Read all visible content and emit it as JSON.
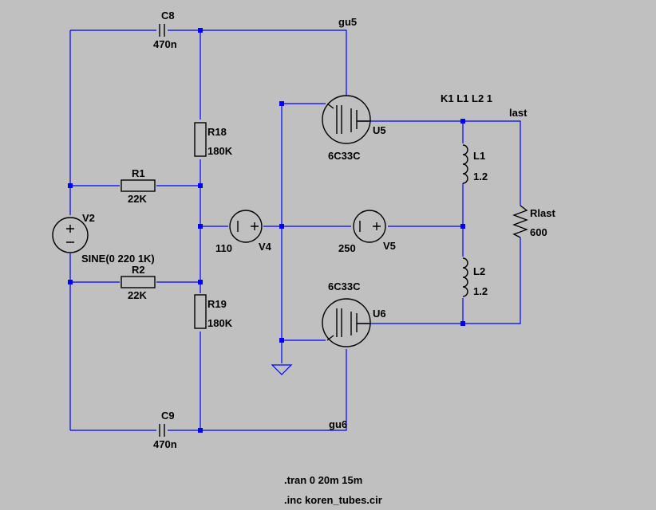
{
  "colors": {
    "background": "#c0c0c0",
    "wire": "#0000ff",
    "component": "#000000"
  },
  "components": {
    "C8": {
      "name": "C8",
      "value": "470n"
    },
    "C9": {
      "name": "C9",
      "value": "470n"
    },
    "R18": {
      "name": "R18",
      "value": "180K"
    },
    "R19": {
      "name": "R19",
      "value": "180K"
    },
    "R1": {
      "name": "R1",
      "value": "22K"
    },
    "R2": {
      "name": "R2",
      "value": "22K"
    },
    "V2": {
      "name": "V2",
      "value": "SINE(0 220 1K)"
    },
    "V4": {
      "name": "V4",
      "value": "110"
    },
    "V5": {
      "name": "V5",
      "value": "250"
    },
    "U5": {
      "name": "U5",
      "value": "6C33C"
    },
    "U6": {
      "name": "U6",
      "value": "6C33C"
    },
    "L1": {
      "name": "L1",
      "value": "1.2"
    },
    "L2": {
      "name": "L2",
      "value": "1.2"
    },
    "Rlast": {
      "name": "Rlast",
      "value": "600"
    }
  },
  "nets": {
    "gu5": "gu5",
    "gu6": "gu6",
    "last": "last"
  },
  "directives": {
    "coupling": "K1 L1 L2 1",
    "tran": ".tran 0 20m 15m",
    "include": ".inc koren_tubes.cir"
  }
}
